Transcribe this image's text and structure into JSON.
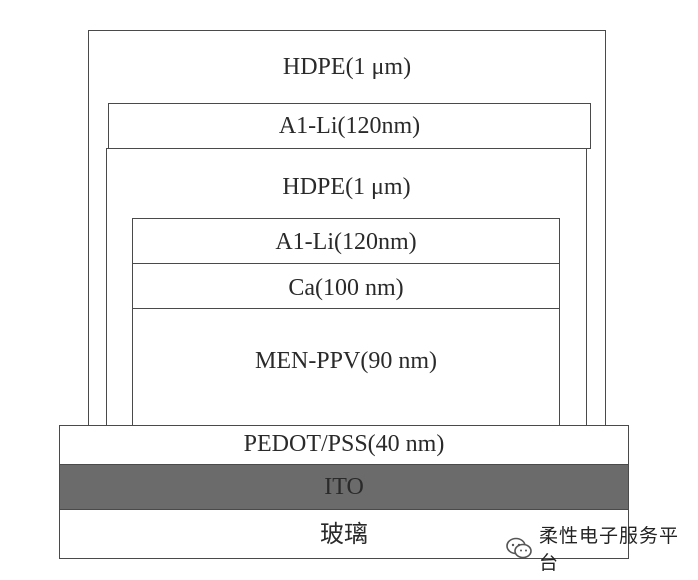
{
  "layers": {
    "outer_hdpe": "HDPE(1 μm)",
    "outer_al_li": "A1-Li(120nm)",
    "inner_hdpe": "HDPE(1 μm)",
    "inner_al_li": "A1-Li(120nm)",
    "ca": "Ca(100 nm)",
    "meh_ppv": "MEN-PPV(90 nm)",
    "pedot_pss": "PEDOT/PSS(40 nm)",
    "ito": "ITO",
    "glass": "玻璃"
  },
  "colors": {
    "ito_fill": "#6b6b6b",
    "outline": "#4a4a4a"
  },
  "watermark": {
    "icon": "wechat-logo-icon",
    "text": "柔性电子服务平台"
  }
}
